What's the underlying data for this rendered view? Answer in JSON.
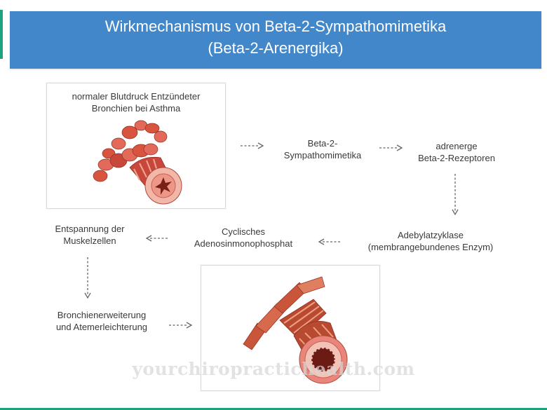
{
  "colors": {
    "header_bg": "#4287c9",
    "accent": "#1aa37c",
    "arrow": "#666666"
  },
  "header": {
    "title": "Wirkmechanismus von Beta-2-Sympathomimetika",
    "subtitle": "(Beta-2-Arenergika)"
  },
  "box1": {
    "caption": "normaler Blutdruck Entzündeter Bronchien bei Asthma",
    "image": "inflamed-bronchus-illustration"
  },
  "box2": {
    "image": "dilated-bronchus-illustration"
  },
  "steps": {
    "beta2_line1": "Beta-2-",
    "beta2_line2": "Sympathomimetika",
    "receptor_line1": "adrenerge",
    "receptor_line2": "Beta-2-Rezeptoren",
    "enzyme_line1": "Adebylatzyklase",
    "enzyme_line2": "(membrangebundenes Enzym)",
    "camp_line1": "Cyclisches",
    "camp_line2": "Adenosinmonophosphat",
    "relax_line1": "Entspannung der",
    "relax_line2": "Muskelzellen",
    "dilation_line1": "Bronchienerweiterung",
    "dilation_line2": "und Atemerleichterung"
  },
  "watermark": "yourchiropractichealth.com"
}
